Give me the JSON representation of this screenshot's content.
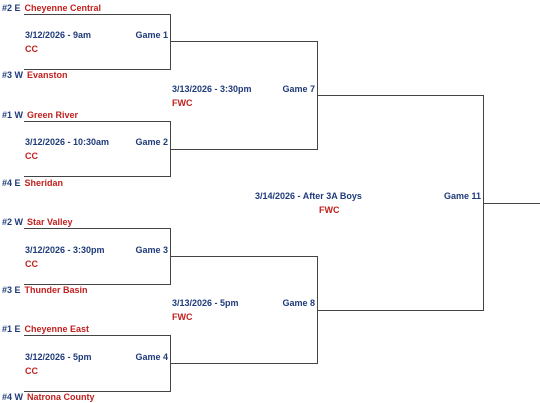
{
  "teams": [
    {
      "seed": "#2 E",
      "name": "Cheyenne Central"
    },
    {
      "seed": "#3 W",
      "name": "Evanston"
    },
    {
      "seed": "#1 W",
      "name": "Green River"
    },
    {
      "seed": "#4 E",
      "name": "Sheridan"
    },
    {
      "seed": "#2 W",
      "name": "Star Valley"
    },
    {
      "seed": "#3 E",
      "name": "Thunder Basin"
    },
    {
      "seed": "#1 E",
      "name": "Cheyenne East"
    },
    {
      "seed": "#4 W",
      "name": "Natrona County"
    }
  ],
  "games": [
    {
      "label": "Game 1",
      "time": "3/12/2026 - 9am",
      "venue": "CC"
    },
    {
      "label": "Game 2",
      "time": "3/12/2026 - 10:30am",
      "venue": "CC"
    },
    {
      "label": "Game 3",
      "time": "3/12/2026 - 3:30pm",
      "venue": "CC"
    },
    {
      "label": "Game 4",
      "time": "3/12/2026 - 5pm",
      "venue": "CC"
    },
    {
      "label": "Game 7",
      "time": "3/13/2026 - 3:30pm",
      "venue": "FWC"
    },
    {
      "label": "Game 8",
      "time": "3/13/2026 - 5pm",
      "venue": "FWC"
    },
    {
      "label": "Game 11",
      "time": "3/14/2026 - After 3A Boys",
      "venue": "FWC"
    }
  ]
}
